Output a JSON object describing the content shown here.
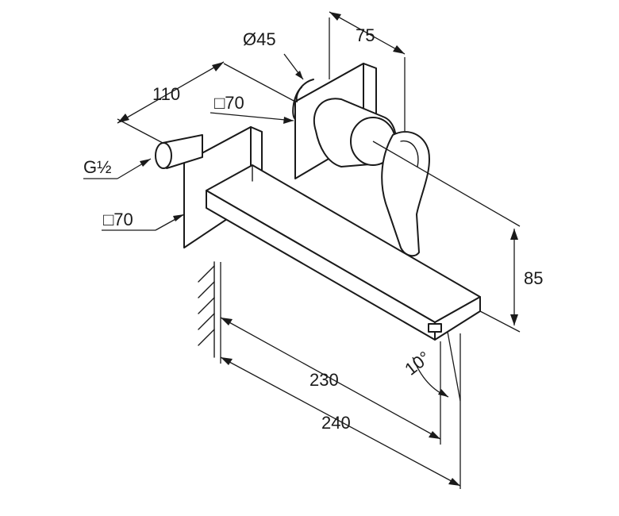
{
  "dimensions": {
    "width_top": "75",
    "diameter_body": "Ø45",
    "length_110": "110",
    "square_rear": "□70",
    "thread": "G½",
    "square_front": "□70",
    "height": "85",
    "angle": "10°",
    "length_230": "230",
    "length_240": "240"
  }
}
